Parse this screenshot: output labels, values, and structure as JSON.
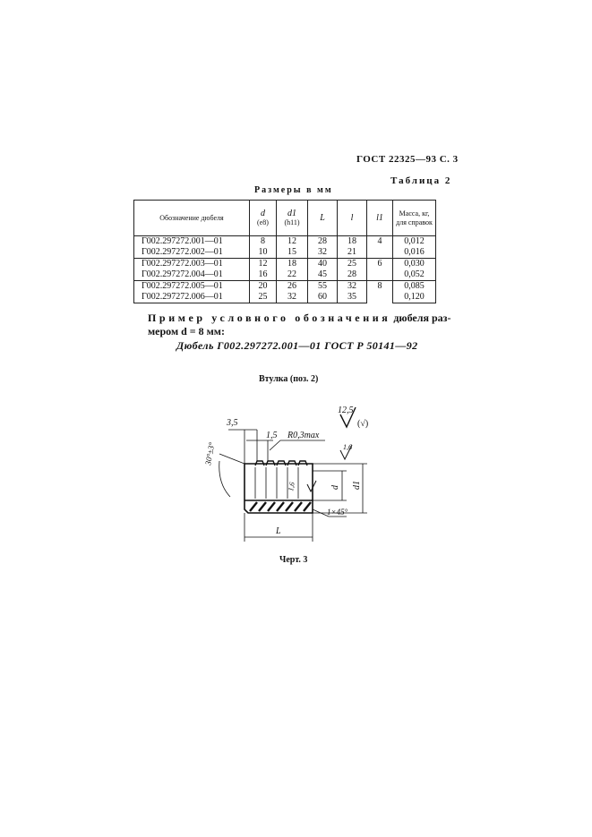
{
  "header": {
    "standard_ref": "ГОСТ 22325—93 С. 3"
  },
  "table": {
    "label": "Таблица 2",
    "caption": "Размеры в мм",
    "columns": [
      {
        "id": "designation",
        "label": "Обозначение дюбеля"
      },
      {
        "id": "d",
        "label": "d",
        "sub": "(e8)"
      },
      {
        "id": "d1",
        "label": "d1",
        "sub": "(h11)"
      },
      {
        "id": "L",
        "label": "L"
      },
      {
        "id": "l",
        "label": "l"
      },
      {
        "id": "l1",
        "label": "l1"
      },
      {
        "id": "mass",
        "label": "Масса, кг, для справок"
      }
    ],
    "rows": [
      {
        "designation": "Г002.297272.001—01",
        "d": "8",
        "d1": "12",
        "L": "28",
        "l": "18",
        "mass": "0,012"
      },
      {
        "designation": "Г002.297272.002—01",
        "d": "10",
        "d1": "15",
        "L": "32",
        "l": "21",
        "mass": "0,016"
      },
      {
        "designation": "Г002.297272.003—01",
        "d": "12",
        "d1": "18",
        "L": "40",
        "l": "25",
        "mass": "0,030"
      },
      {
        "designation": "Г002.297272.004—01",
        "d": "16",
        "d1": "22",
        "L": "45",
        "l": "28",
        "mass": "0,052"
      },
      {
        "designation": "Г002.297272.005—01",
        "d": "20",
        "d1": "26",
        "L": "55",
        "l": "32",
        "mass": "0,085"
      },
      {
        "designation": "Г002.297272.006—01",
        "d": "25",
        "d1": "32",
        "L": "60",
        "l": "35",
        "mass": "0,120"
      }
    ],
    "l1_groups": [
      "4",
      "6",
      "8"
    ]
  },
  "example": {
    "line1_spaced": "Пример условного обозначения",
    "line1_rest": "дюбеля раз-",
    "line2": "мером d = 8 мм:",
    "designation": "Дюбель Г002.297272.001—01 ГОСТ Р 50141—92"
  },
  "figure": {
    "title": "Втулка (поз. 2)",
    "caption": "Черт. 3",
    "labels": {
      "roughness_main": "12,5",
      "roughness_paren": "(√)",
      "dim_3_5": "3,5",
      "dim_1_5": "1,5",
      "radius": "R0,3max",
      "angle": "30°±3°",
      "rough_top": "1,6",
      "rough_bore": "1,6",
      "d": "d",
      "d1": "d1",
      "chamfer": "1×45°",
      "length": "L"
    }
  }
}
